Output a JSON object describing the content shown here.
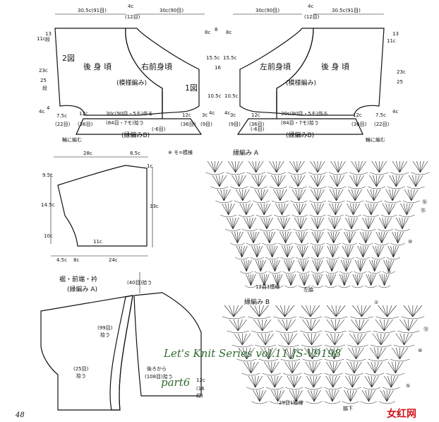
{
  "page_number": "48",
  "brand": "女红网",
  "watermark_line1": "Let's Knit Series vol.11 JS-V9198",
  "watermark_line2": "part6",
  "note": "※ モ=模様",
  "back_left": {
    "title_num": "2図",
    "title_back": "後 身 頃",
    "pattern": "(模様編み)",
    "top_width": "30.5c(91目)",
    "neck": "4c",
    "neck_sts": "(12目)",
    "side_13": "13",
    "side_13b": "段",
    "side_11c": "11c",
    "side_23c": "23c",
    "side_25": "25",
    "side_25b": "段",
    "side_4c": "4c",
    "side_4": "4",
    "w_75c": "7.5c",
    "w_22": "(22目)",
    "w_12c": "12c",
    "w_36": "(36目)",
    "center_30c": "30c(90目・5モ)作る",
    "center_84": "(84目・7モ)拾う",
    "edge_b": "(縁編みB)",
    "edge_note": "輪に編む"
  },
  "front_right": {
    "title": "右前身頃",
    "num": "1図",
    "top_width": "30c(90目)",
    "neck": "4c",
    "neck_sts": "(12目)",
    "side_8c": "8c",
    "side_8": "8",
    "side_155": "15.5c",
    "side_16": "16",
    "side_105": "10.5c",
    "side_4c": "4c",
    "w_12c": "12c",
    "w_36": "(36目)",
    "w_3c": "3c",
    "w_9": "(9目)",
    "minus6": "(-6目)"
  },
  "front_left": {
    "title": "左前身頃",
    "pattern": "(模様編み)",
    "top_width": "30c(90目)",
    "neck": "4c",
    "neck_sts": "(12目)",
    "side_8c": "8c",
    "side_155": "15.5c",
    "side_105": "10.5c",
    "side_4c": "4c",
    "w_3c": "3c",
    "w_9": "(9目)",
    "w_12c": "12c",
    "w_36": "(36目)",
    "minus6": "(-6目)"
  },
  "back_right": {
    "title": "後 身 頃",
    "top_width": "30.5c(91目)",
    "neck": "4c",
    "neck_sts": "(12目)",
    "side_13": "13",
    "side_11c": "11c",
    "side_23c": "23c",
    "side_25": "25",
    "side_4c": "4c",
    "w_12c": "12c",
    "w_36": "(36目)",
    "w_75c": "7.5c",
    "w_22": "(22目)",
    "center_30c": "30c(90目・5モ)作る",
    "center_84": "(84目・7モ)拾う",
    "edge_b": "(縁編みB)",
    "edge_note": "輪に編む"
  },
  "sleeve": {
    "top_28c": "28c",
    "top_85c": "8.5c",
    "right_1c": "1c",
    "right_33c": "33c",
    "left_95c": "9.5c",
    "left_145c": "14.5c",
    "left_10c": "10c",
    "bottom_11c": "11c",
    "bottom_45c": "4.5c",
    "bottom_8c": "8c",
    "bottom_24c": "24c"
  },
  "front_band": {
    "title": "裾・前端・衿",
    "subtitle": "(縁編み A)",
    "pick_40": "(40目)拾う",
    "pick_99": "(99目)",
    "pick_99b": "拾う",
    "pick_25": "(25目)",
    "pick_25b": "拾う",
    "back_from": "後ろから",
    "pick_108": "(108目)拾う",
    "right_12c": "12c",
    "right_16": "(16",
    "right_16b": "段)"
  },
  "chart": {
    "edge_a_title": "縁編み A",
    "edge_a_repeat": "12目1模様",
    "edge_a_side": "左脇",
    "edge_b_title": "縁編み B",
    "edge_b_repeat": "29目1模様",
    "edge_b_side": "脇下",
    "rows_a": [
      "⑯",
      "⑮",
      "⑩",
      "⑤",
      "①"
    ],
    "rows_b": [
      "⑬",
      "⑩",
      "⑤",
      "①"
    ]
  }
}
